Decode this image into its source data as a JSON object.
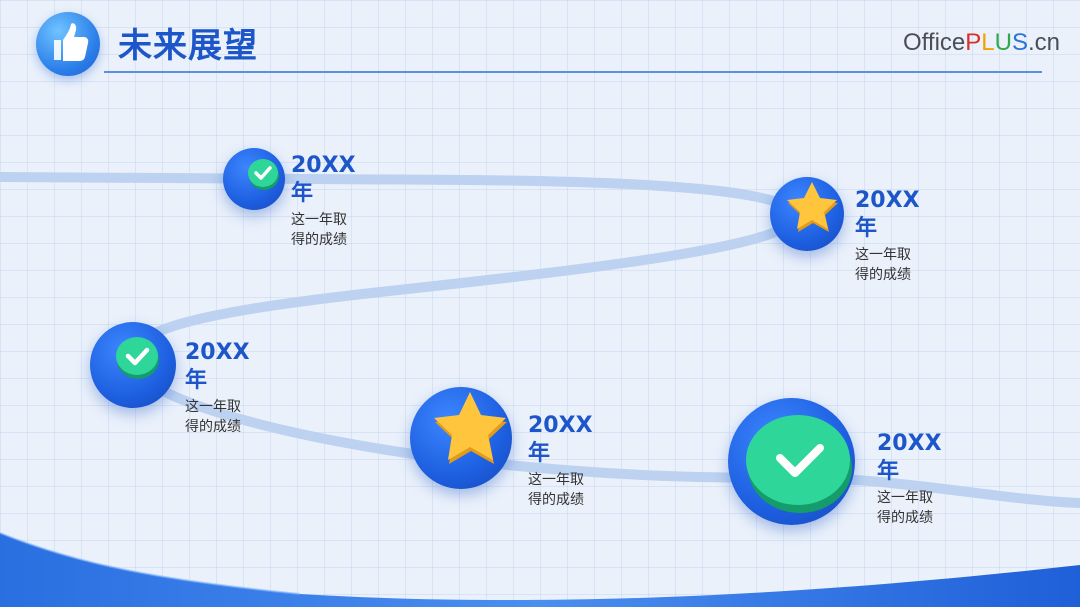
{
  "header": {
    "title": "未来展望",
    "icon": "thumbs-up-icon"
  },
  "brand": {
    "part1": "Office",
    "plus": [
      "P",
      "L",
      "U",
      "S"
    ],
    "suffix": ".cn"
  },
  "colors": {
    "primary": "#1d56c9",
    "accent_green": "#2fd69a",
    "accent_gold": "#ffc53d"
  },
  "milestones": [
    {
      "year": "20XX年",
      "desc": "这一年取得的成绩",
      "icon": "check-icon"
    },
    {
      "year": "20XX年",
      "desc": "这一年取得的成绩",
      "icon": "star-icon"
    },
    {
      "year": "20XX年",
      "desc": "这一年取得的成绩",
      "icon": "check-icon"
    },
    {
      "year": "20XX年",
      "desc": "这一年取得的成绩",
      "icon": "star-icon"
    },
    {
      "year": "20XX年",
      "desc": "这一年取得的成绩",
      "icon": "check-icon"
    }
  ]
}
